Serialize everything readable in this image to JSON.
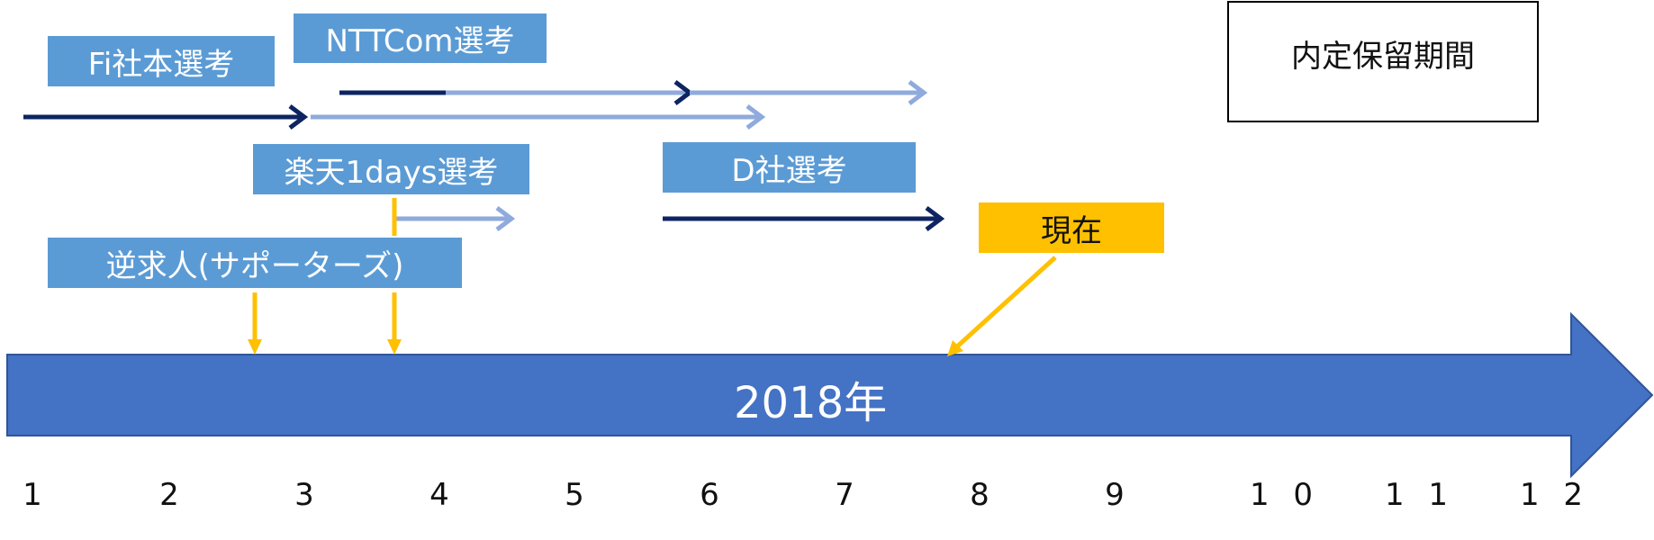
{
  "diagram": {
    "year_label": "2018年",
    "legend": {
      "label": "内定保留期間"
    },
    "boxes": {
      "fi": "Fi社本選考",
      "nttcom": "NTTCom選考",
      "rakuten": "楽天1days選考",
      "dsha": "D社選考",
      "gyaku": "逆求人(サポーターズ)",
      "genzai": "現在"
    },
    "months": [
      "1",
      "2",
      "3",
      "4",
      "5",
      "6",
      "7",
      "8",
      "9",
      "1 0",
      "1 1",
      "1 2"
    ]
  },
  "colors": {
    "timeline": "#4472c4",
    "box_blue": "#5b9bd5",
    "selection_arrow": "#0d2461",
    "hold_arrow": "#8faadc",
    "marker": "#ffc000"
  }
}
